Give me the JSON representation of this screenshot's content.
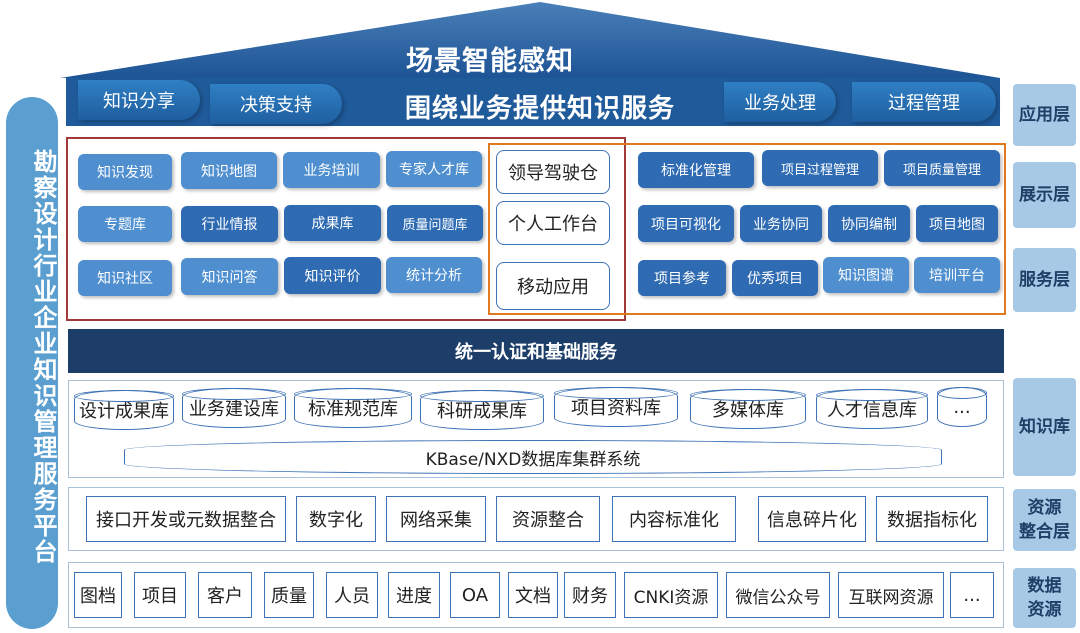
{
  "roof": {
    "title": "场景智能感知",
    "subtitle": "围绕业务提供知识服务"
  },
  "app_pills": [
    "知识分享",
    "决策支持",
    "业务处理",
    "过程管理"
  ],
  "left_title": "勘察设计行业企业知识管理服务平台",
  "layers": [
    "应用层",
    "展示层",
    "服务层",
    "知识库",
    "资源\n整合层",
    "数据\n资源"
  ],
  "left_grid": [
    [
      "知识发现",
      "知识地图",
      "业务培训",
      "专家人才库"
    ],
    [
      "专题库",
      "行业情报",
      "成果库",
      "质量问题库"
    ],
    [
      "知识社区",
      "知识问答",
      "知识评价",
      "统计分析"
    ]
  ],
  "center_list": [
    "领导驾驶仓",
    "个人工作台",
    "移动应用"
  ],
  "right_grid": [
    [
      "标准化管理",
      "项目过程管理",
      "项目质量管理"
    ],
    [
      "项目可视化",
      "业务协同",
      "协同编制",
      "项目地图"
    ],
    [
      "项目参考",
      "优秀项目",
      "知识图谱",
      "培训平台"
    ]
  ],
  "auth_bar": "统一认证和基础服务",
  "knowledge_dbs": [
    "设计成果库",
    "业务建设库",
    "标准规范库",
    "科研成果库",
    "项目资料库",
    "多媒体库",
    "人才信息库",
    "..."
  ],
  "kbase": "KBase/NXD数据库集群系统",
  "integration": [
    "接口开发或元数据整合",
    "数字化",
    "网络采集",
    "资源整合",
    "内容标准化",
    "信息碎片化",
    "数据指标化"
  ],
  "data_sources": [
    "图档",
    "项目",
    "客户",
    "质量",
    "人员",
    "进度",
    "OA",
    "文档",
    "财务",
    "CNKI资源",
    "微信公众号",
    "互联网资源",
    "..."
  ],
  "colors": {
    "roof": "#1f5a9a",
    "frame_left": "#a13b3b",
    "frame_right": "#e07a1e",
    "dark_bar": "#1c3e69",
    "layer_label": "#a7c9e6"
  }
}
